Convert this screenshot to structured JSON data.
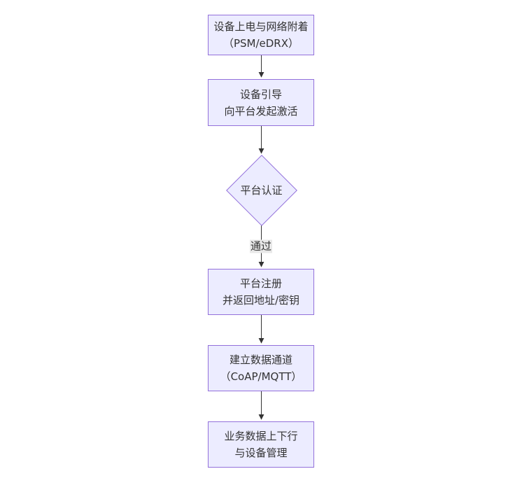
{
  "diagram": {
    "type": "flowchart-vertical",
    "colors": {
      "background": "#ffffff",
      "node_fill": "#ECECFF",
      "node_border": "#9370DB",
      "edge_line": "#333333",
      "text": "#333333",
      "edge_label_bg": "#e8e8e8"
    },
    "nodes": [
      {
        "id": "A",
        "shape": "rect",
        "lines": [
          "设备上电与网络附着",
          "（PSM/eDRX）"
        ]
      },
      {
        "id": "B",
        "shape": "rect",
        "lines": [
          "设备引导",
          "向平台发起激活"
        ]
      },
      {
        "id": "C",
        "shape": "diamond",
        "lines": [
          "平台认证"
        ]
      },
      {
        "id": "D",
        "shape": "rect",
        "lines": [
          "平台注册",
          "并返回地址/密钥"
        ]
      },
      {
        "id": "E",
        "shape": "rect",
        "lines": [
          "建立数据通道",
          "（CoAP/MQTT）"
        ]
      },
      {
        "id": "F",
        "shape": "rect",
        "lines": [
          "业务数据上下行",
          "与设备管理"
        ]
      }
    ],
    "edges": [
      {
        "from": "A",
        "to": "B",
        "label": ""
      },
      {
        "from": "B",
        "to": "C",
        "label": ""
      },
      {
        "from": "C",
        "to": "D",
        "label": "通过"
      },
      {
        "from": "D",
        "to": "E",
        "label": ""
      },
      {
        "from": "E",
        "to": "F",
        "label": ""
      }
    ]
  }
}
